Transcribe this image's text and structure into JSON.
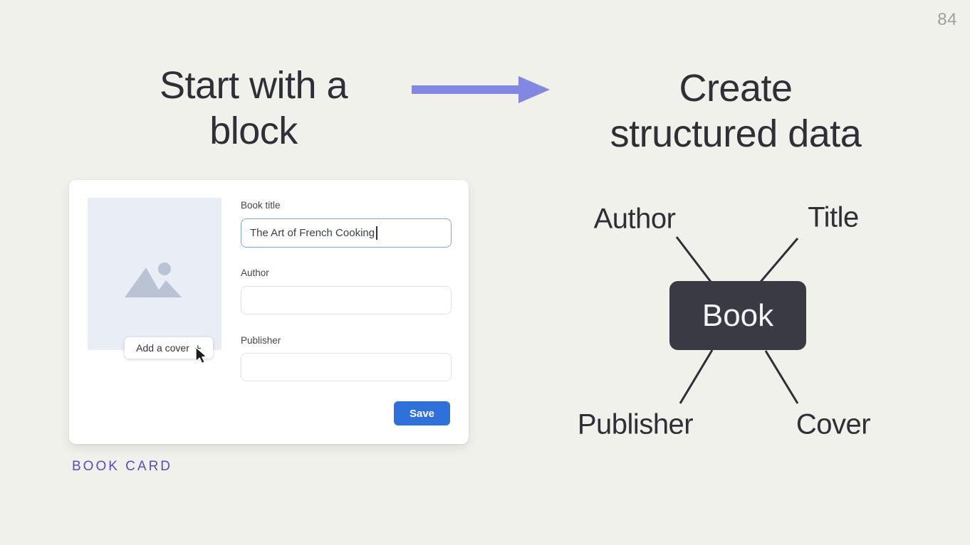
{
  "page_number": "84",
  "left_heading": {
    "line1": "Start with a",
    "line2": "block"
  },
  "right_heading": {
    "line1": "Create",
    "line2": "structured data"
  },
  "caption": "BOOK CARD",
  "card": {
    "cover": {
      "button_label": "Add a cover",
      "plus": "+"
    },
    "book_title": {
      "label": "Book title",
      "value": "The Art of French Cooking"
    },
    "author": {
      "label": "Author",
      "value": ""
    },
    "publisher": {
      "label": "Publisher",
      "value": ""
    },
    "save_label": "Save"
  },
  "diagram": {
    "center_label": "Book",
    "node_author": "Author",
    "node_title": "Title",
    "node_publisher": "Publisher",
    "node_cover": "Cover"
  },
  "colors": {
    "background": "#F0F1EB",
    "heading_text": "#2E2F37",
    "arrow_purple": "#8287E2",
    "caption_purple": "#5B4AC4",
    "save_blue": "#2E71DB",
    "focus_border_blue": "#7AA7EA",
    "book_box_dark": "#3A3A45",
    "placeholder_bg": "#E9EDF5",
    "placeholder_icon_gray": "#B9C3D3",
    "line_dark": "#2E2F37"
  }
}
